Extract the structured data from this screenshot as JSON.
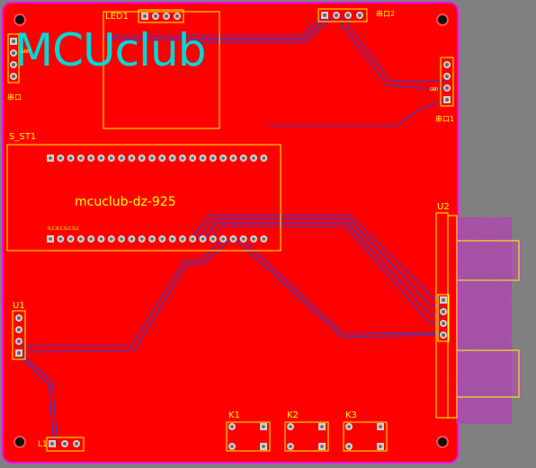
{
  "board": {
    "logo_text": "MCUclub",
    "module_label": "mcuclub-dz-925",
    "module_bottom_pin_text": "JLCJLCJLCJLC",
    "colors": {
      "background": "#808080",
      "copper": "#ff0000",
      "outline": "#ff00ff",
      "silkscreen": "#ffff00",
      "trace": "#3333cc",
      "logo": "#00d8d8",
      "mounting_hole": "#101010",
      "component_body": "#cc44cc"
    }
  },
  "components": {
    "led1": {
      "designator": "LED1"
    },
    "header_tl": {
      "designator": "串口",
      "sub_label": "GND"
    },
    "module": {
      "designator": "S_ST1"
    },
    "uart_top": {
      "designator": "串口2"
    },
    "uart_right": {
      "designator": "串口1",
      "sub_label": "GND"
    },
    "u1": {
      "designator": "U1"
    },
    "u2": {
      "designator": "U2"
    },
    "l1": {
      "designator": "L1"
    },
    "k1": {
      "designator": "K1"
    },
    "k2": {
      "designator": "K2"
    },
    "k3": {
      "designator": "K3"
    }
  }
}
